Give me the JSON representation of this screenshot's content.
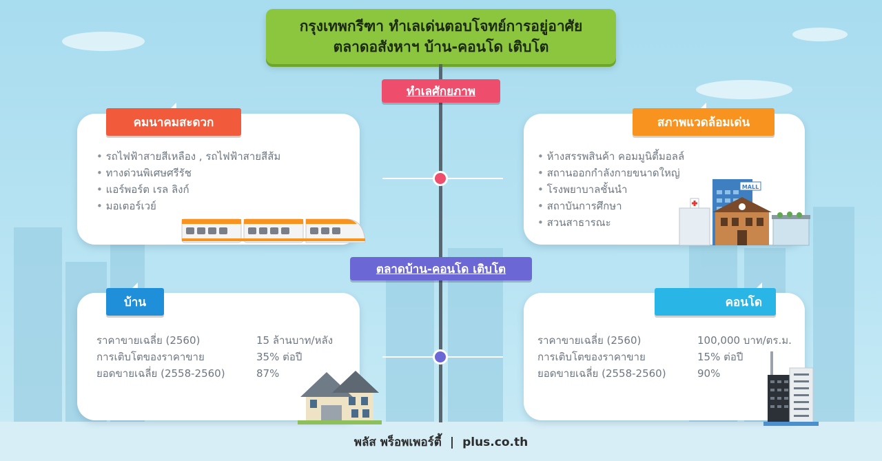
{
  "title": {
    "line1": "กรุงเทพกรีฑา ทำเลเด่นตอบโจทย์การอยู่อาศัย",
    "line2": "ตลาดอสังหาฯ บ้าน-คอนโด เติบโต"
  },
  "sections": {
    "potential": {
      "label": "ทำเลศักยภาพ",
      "color": "#ee4d6b"
    },
    "market": {
      "label": "ตลาดบ้าน-คอนโด เติบโต",
      "color": "#6b68d6"
    }
  },
  "transport": {
    "tab": "คมนาคมสะดวก",
    "color": "#f15a3a",
    "items": [
      "รถไฟฟ้าสายสีเหลือง , รถไฟฟ้าสายสีส้ม",
      "ทางด่วนพิเศษศรีรัช",
      "แอร์พอร์ต เรล ลิงก์",
      "มอเตอร์เวย์"
    ]
  },
  "environment": {
    "tab": "สภาพแวดล้อมเด่น",
    "color": "#f7931e",
    "items": [
      "ห้างสรรพสินค้า คอมมูนิตี้มอลล์",
      "สถานออกกำลังกายขนาดใหญ่",
      "โรงพยาบาลชั้นนำ",
      "สถาบันการศึกษา",
      "สวนสาธารณะ"
    ],
    "mall_sign": "MALL"
  },
  "house": {
    "tab": "บ้าน",
    "color": "#1e8fd8",
    "rows": [
      {
        "label": "ราคาขายเฉลี่ย (2560)",
        "value": "15 ล้านบาท/หลัง"
      },
      {
        "label": "การเติบโตของราคาขาย",
        "value": "35% ต่อปี"
      },
      {
        "label": "ยอดขายเฉลี่ย (2558-2560)",
        "value": "87%"
      }
    ]
  },
  "condo": {
    "tab": "คอนโด",
    "color": "#29b6e6",
    "rows": [
      {
        "label": "ราคาขายเฉลี่ย (2560)",
        "value": "100,000 บาท/ตร.ม."
      },
      {
        "label": "การเติบโตของราคาขาย",
        "value": "15% ต่อปี"
      },
      {
        "label": "ยอดขายเฉลี่ย (2558-2560)",
        "value": "90%"
      }
    ]
  },
  "footer": {
    "brand": "พลัส พร็อพเพอร์ตี้",
    "separator": "|",
    "site": "plus.co.th"
  },
  "colors": {
    "spine": "#5a6570",
    "dot_top": "#ee4d6b",
    "dot_bottom": "#6b68d6"
  }
}
